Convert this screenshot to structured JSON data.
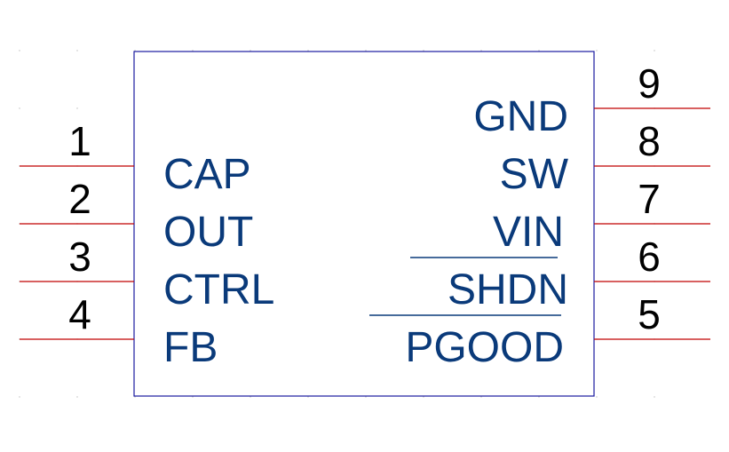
{
  "component": {
    "pins": [
      {
        "number": "1",
        "label": "CAP",
        "side": "left",
        "active_low": false
      },
      {
        "number": "2",
        "label": "OUT",
        "side": "left",
        "active_low": false
      },
      {
        "number": "3",
        "label": "CTRL",
        "side": "left",
        "active_low": false
      },
      {
        "number": "4",
        "label": "FB",
        "side": "left",
        "active_low": false
      },
      {
        "number": "9",
        "label": "GND",
        "side": "right",
        "active_low": false
      },
      {
        "number": "8",
        "label": "SW",
        "side": "right",
        "active_low": false
      },
      {
        "number": "7",
        "label": "VIN",
        "side": "right",
        "active_low": false
      },
      {
        "number": "6",
        "label": "SHDN",
        "side": "right",
        "active_low": true
      },
      {
        "number": "5",
        "label": "PGOOD",
        "side": "right",
        "active_low": true
      }
    ]
  },
  "colors": {
    "pin_line": "#c00000",
    "body_outline": "#1a1aa0",
    "label_text": "#0a3a7a",
    "number_text": "#000000"
  }
}
